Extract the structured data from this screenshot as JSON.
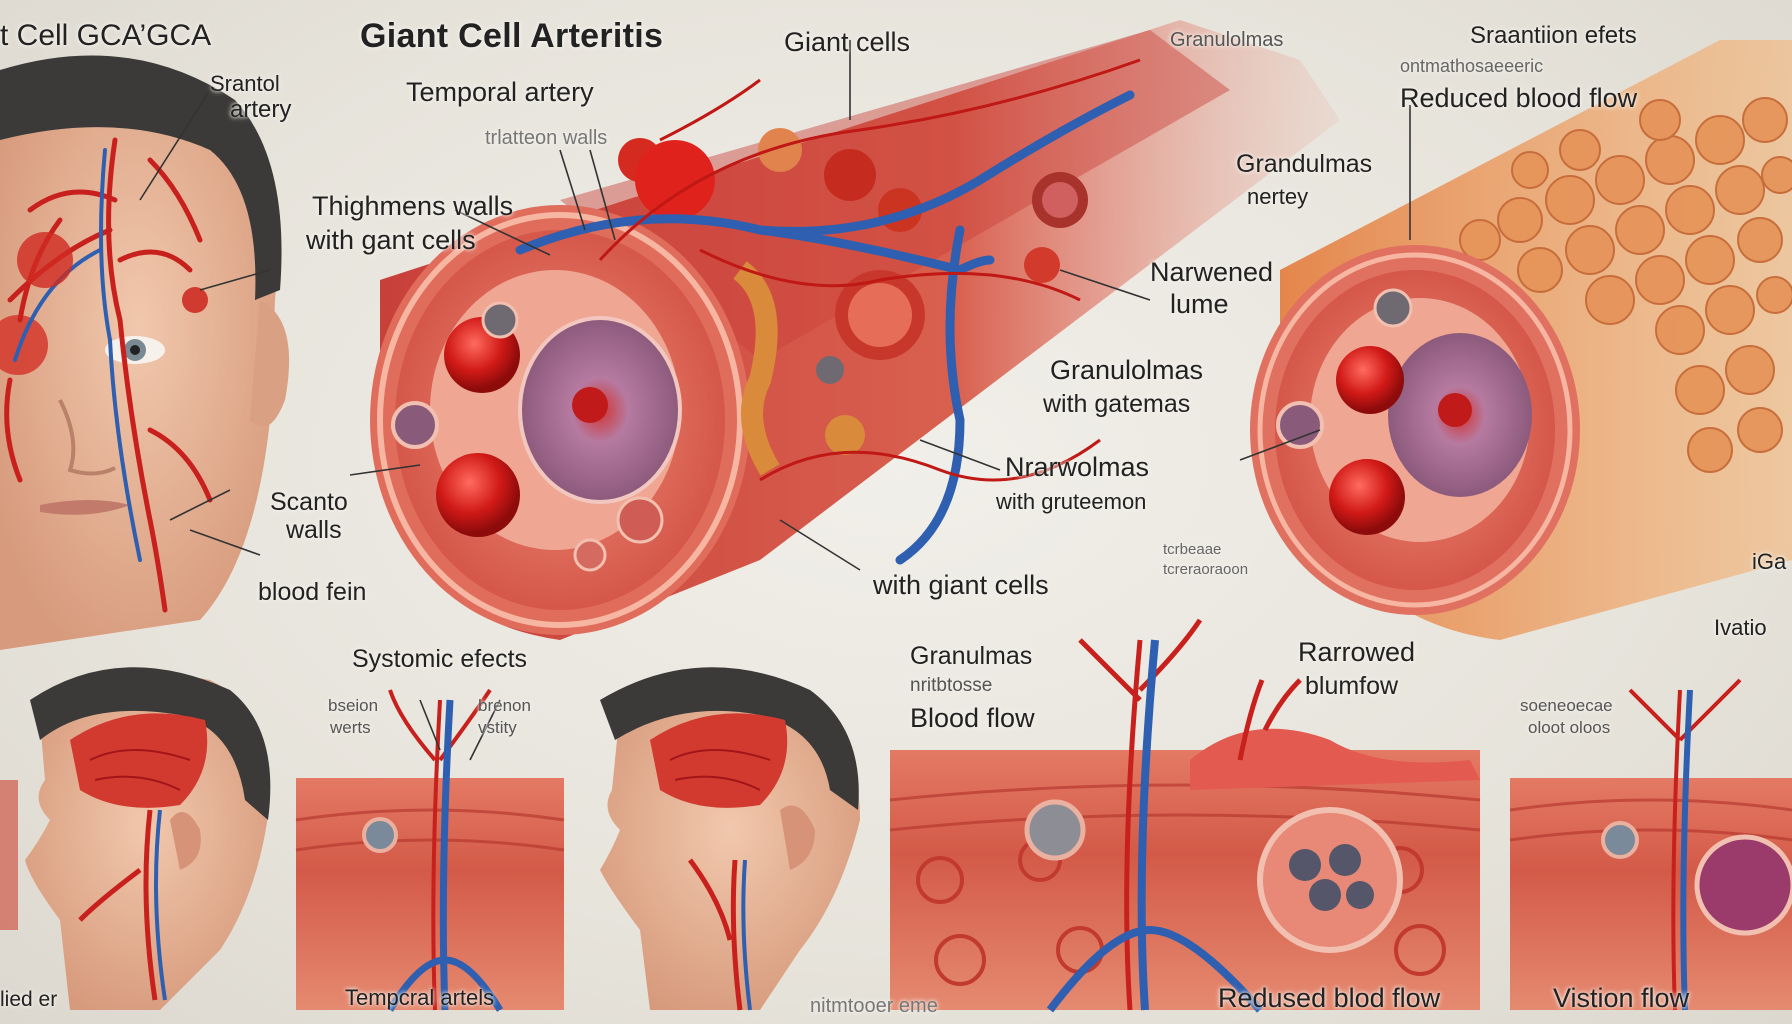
{
  "labels": {
    "header_left": "t Cell  GCA’GCA",
    "title": "Giant Cell Arteritis",
    "temporal_artery": "Temporal artery",
    "giant_cells_top": "Giant cells",
    "granulomas_top": "Granulolmas",
    "effects_top": "Sraantiion efets",
    "effects_top_sub": "ontmathosaeeeric",
    "reduced_blood_flow_top": "Reduced blood flow",
    "srantol": "Srantol",
    "artery": "artery",
    "walls_faint": "trlatteon  walls",
    "thickened_walls_1": "Thighmens walls",
    "thickened_walls_2": "with gant cells",
    "grandulmas": "Grandulmas",
    "nertey": "nertey",
    "narrowed_1": "Narwened",
    "narrowed_2": "lume",
    "granulomas_mid_1": "Granulolmas",
    "granulomas_mid_2": "with gatemas",
    "narwolmas_1": "Nrarwolmas",
    "narwolmas_2": "with gruteemon",
    "scanto_1": "Scanto",
    "scanto_2": "walls",
    "blood_fein": "blood fein",
    "with_giant_cells": "with giant cells",
    "small_right_1": "tcrbeaae",
    "small_right_2": "tcreraoraoon",
    "systemic_effects": "Systomic efects",
    "brain_left": "bseion",
    "brain_left_2": "werts",
    "brain_right": "brenon",
    "brain_right_2": "vstity",
    "granulmas_bottom": "Granulmas",
    "granulmas_bottom_sub": "nritbtosse",
    "blood_flow_bottom": "Blood flow",
    "rarrowed": "Rarrowed",
    "blumfow": "blumfow",
    "right_small_1": "soeneoecae",
    "right_small_2": "oloot oloos",
    "hvation": "Ivatio",
    "edge_right": "iGa",
    "lied": "lied  er",
    "temporal_artels": "Tempcral artels",
    "bottom_faint": "nitmtooer   eme",
    "reduced_blood_flow_bottom": "Redused blod flow",
    "vision_flow": "Vistion  flow"
  },
  "colors": {
    "background": "#e9e6de",
    "tissue": "#d8584e",
    "tissue_light": "#f0a08e",
    "artery_red": "#c81e1e",
    "vein_blue": "#2f5fb0",
    "skin": "#e9b59a",
    "hair": "#3b3a38",
    "outer_wall": "#e8955a"
  },
  "icons": [
    "face-illustration",
    "artery-cross-section",
    "brain-illustration",
    "tissue-panel"
  ]
}
